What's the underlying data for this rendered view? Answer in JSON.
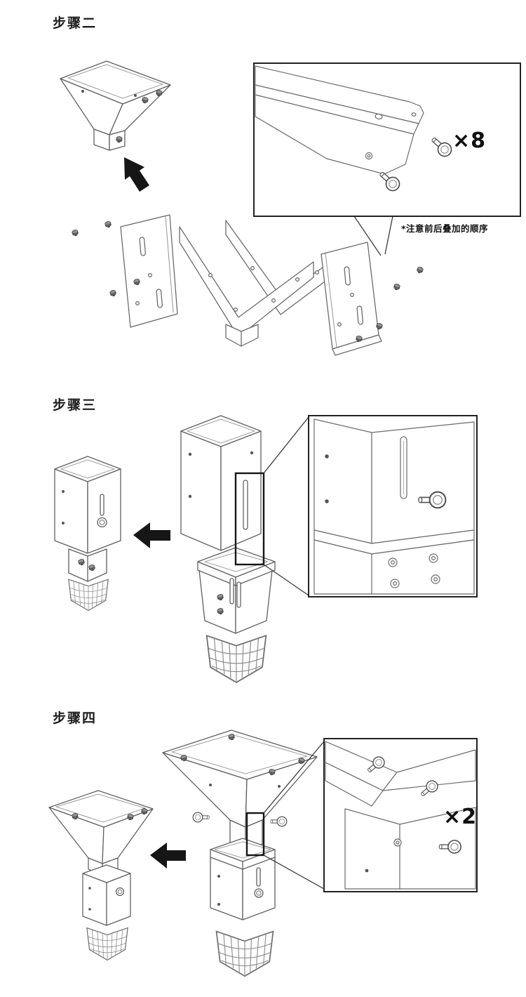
{
  "document": {
    "type": "assembly-instruction-diagram",
    "background_color": "#ffffff",
    "line_color": "#5f5f5f",
    "emphasis_color": "#161616"
  },
  "steps": {
    "step2": {
      "label": "步骤二",
      "arrow_icon": "arrow-up-left",
      "callout": {
        "count_label": "×8",
        "note": "*注意前后叠加的顺序"
      }
    },
    "step3": {
      "label": "步骤三",
      "arrow_icon": "arrow-left"
    },
    "step4": {
      "label": "步骤四",
      "arrow_icon": "arrow-left",
      "callout": {
        "count_label": "×2"
      }
    }
  }
}
